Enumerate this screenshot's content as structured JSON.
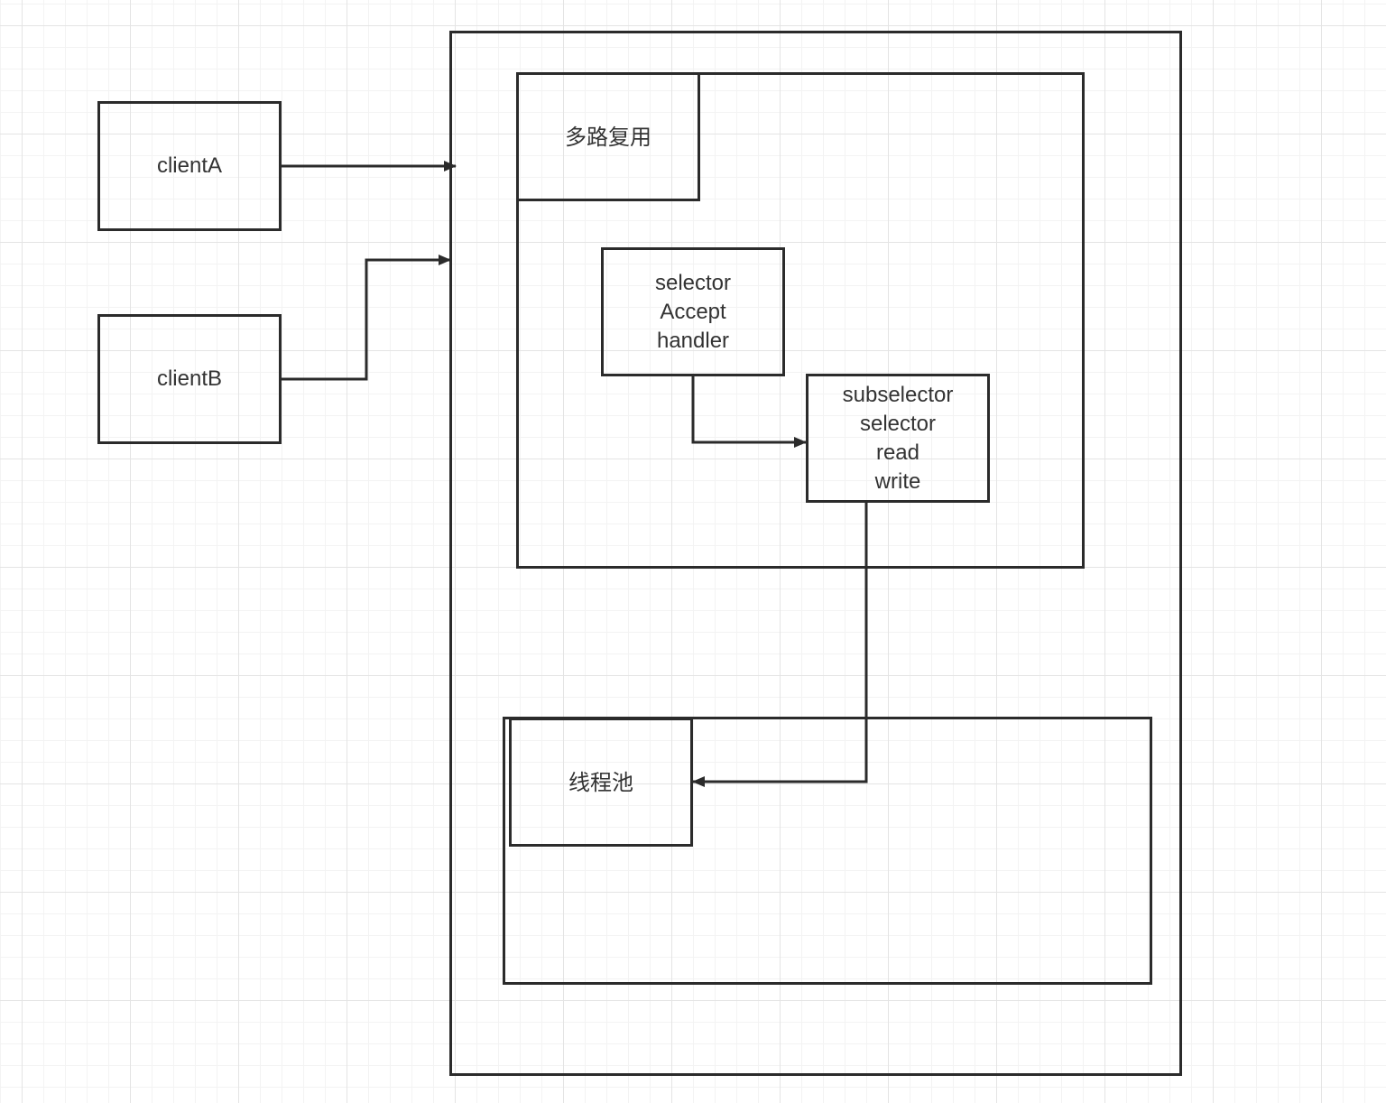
{
  "diagram": {
    "clients": {
      "a": "clientA",
      "b": "clientB"
    },
    "multiplex": {
      "label": "多路复用"
    },
    "selector_box": {
      "lines": [
        "selector",
        "Accept",
        "handler"
      ]
    },
    "subselector_box": {
      "lines": [
        "subselector",
        "selector",
        "read",
        "write"
      ]
    },
    "thread_pool": {
      "label": "线程池"
    }
  },
  "colors": {
    "stroke": "#2b2b2b",
    "text": "#333333",
    "grid_major": "#e4e4e4",
    "grid_minor": "#f3f3f3"
  }
}
